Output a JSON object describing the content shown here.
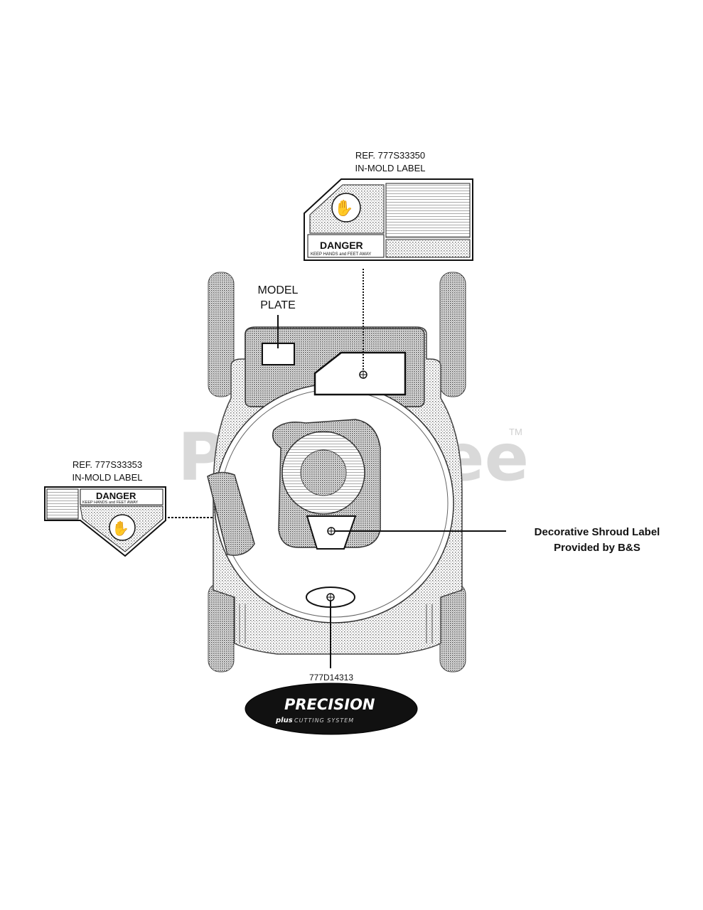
{
  "watermark": {
    "text": "PartsTree",
    "tm": "TM"
  },
  "labels": {
    "top_ref": "REF. 777S33350",
    "top_inmold": "IN-MOLD LABEL",
    "left_ref": "REF. 777S33353",
    "left_inmold": "IN-MOLD LABEL",
    "model_plate_1": "MODEL",
    "model_plate_2": "PLATE",
    "shroud_1": "Decorative Shroud Label",
    "shroud_2": "Provided by B&S",
    "bottom_part": "777D14313"
  },
  "danger_labels": {
    "top_word": "DANGER",
    "top_sub": "KEEP HANDS and FEET AWAY",
    "left_word": "DANGER",
    "left_sub": "KEEP HANDS and FEET AWAY"
  },
  "logo": {
    "main": "PRECISION",
    "plus": "plus",
    "tag": "CUTTING SYSTEM"
  },
  "colors": {
    "ink": "#111111",
    "dither": "#9a9a9a",
    "watermark": "#d9d9d9"
  }
}
